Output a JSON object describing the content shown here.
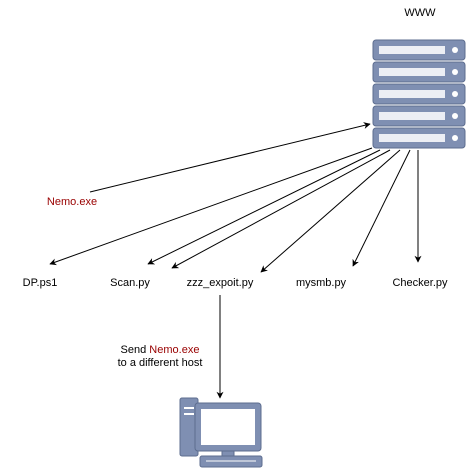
{
  "server": {
    "label": "WWW"
  },
  "payload": {
    "label": "Nemo.exe"
  },
  "files": [
    {
      "name": "DP.ps1"
    },
    {
      "name": "Scan.py"
    },
    {
      "name": "zzz_expoit.py"
    },
    {
      "name": "mysmb.py"
    },
    {
      "name": "Checker.py"
    }
  ],
  "send_note": {
    "prefix": "Send ",
    "highlight": "Nemo.exe",
    "line2": "to a different host"
  },
  "colors": {
    "highlight": "#990000",
    "server_fill": "#7f8fb2",
    "host_fill": "#7f8fb2",
    "host_screen": "#ffffff",
    "line": "#000000"
  },
  "icons": {
    "server": "server-rack-icon",
    "host": "desktop-computer-icon"
  }
}
